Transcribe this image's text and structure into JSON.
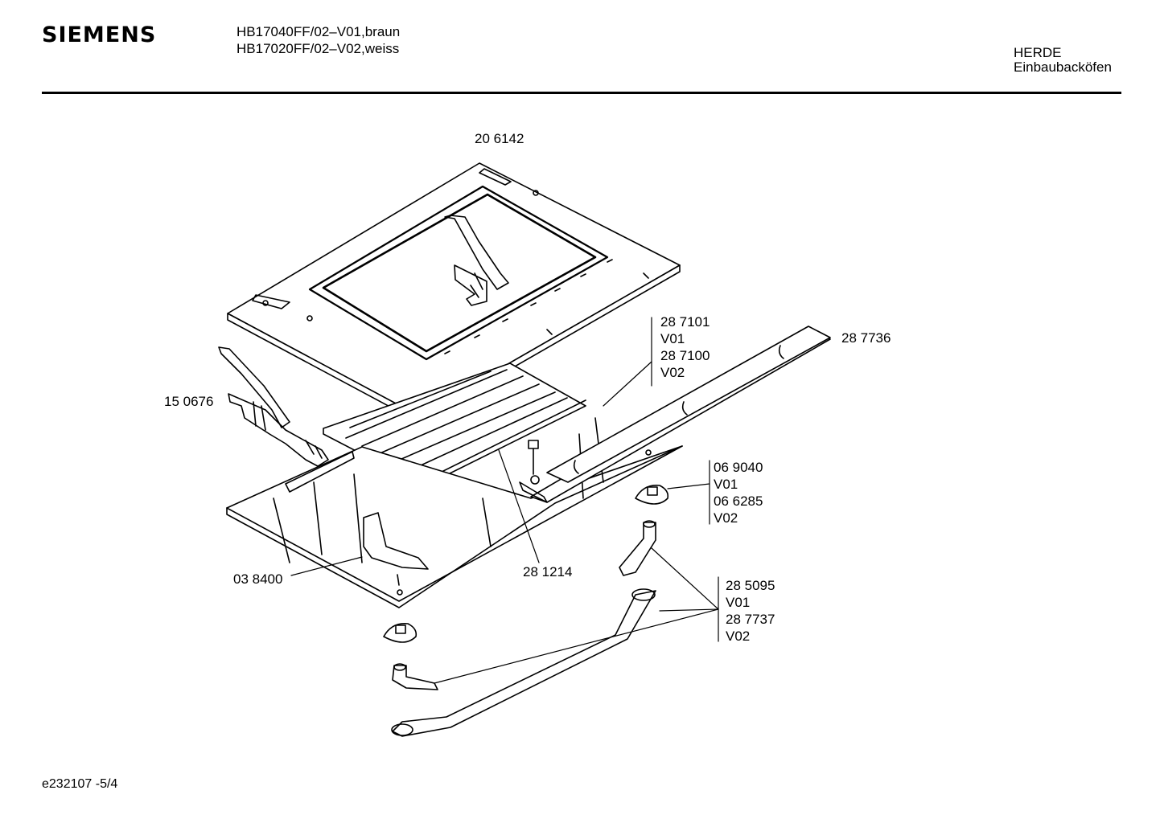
{
  "header": {
    "brand": "SIEMENS",
    "models": [
      "HB17040FF/02–V01,braun",
      "HB17020FF/02–V02,weiss"
    ],
    "category": [
      "HERDE",
      "Einbaubacköfen"
    ]
  },
  "callouts": {
    "door_frame": "20 6142",
    "hinge": "15 0676",
    "rail": "28 7736",
    "glass_group": [
      "28 7101",
      "V01",
      "28 7100",
      "V02"
    ],
    "glass_pane": "28 1214",
    "clip": "03 8400",
    "holder_group": [
      "06 9040",
      "V01",
      "06 6285",
      "V02"
    ],
    "handle_group": [
      "28 5095",
      "V01",
      "28 7737",
      "V02"
    ]
  },
  "footer": {
    "code": "e232107   -5/4"
  }
}
